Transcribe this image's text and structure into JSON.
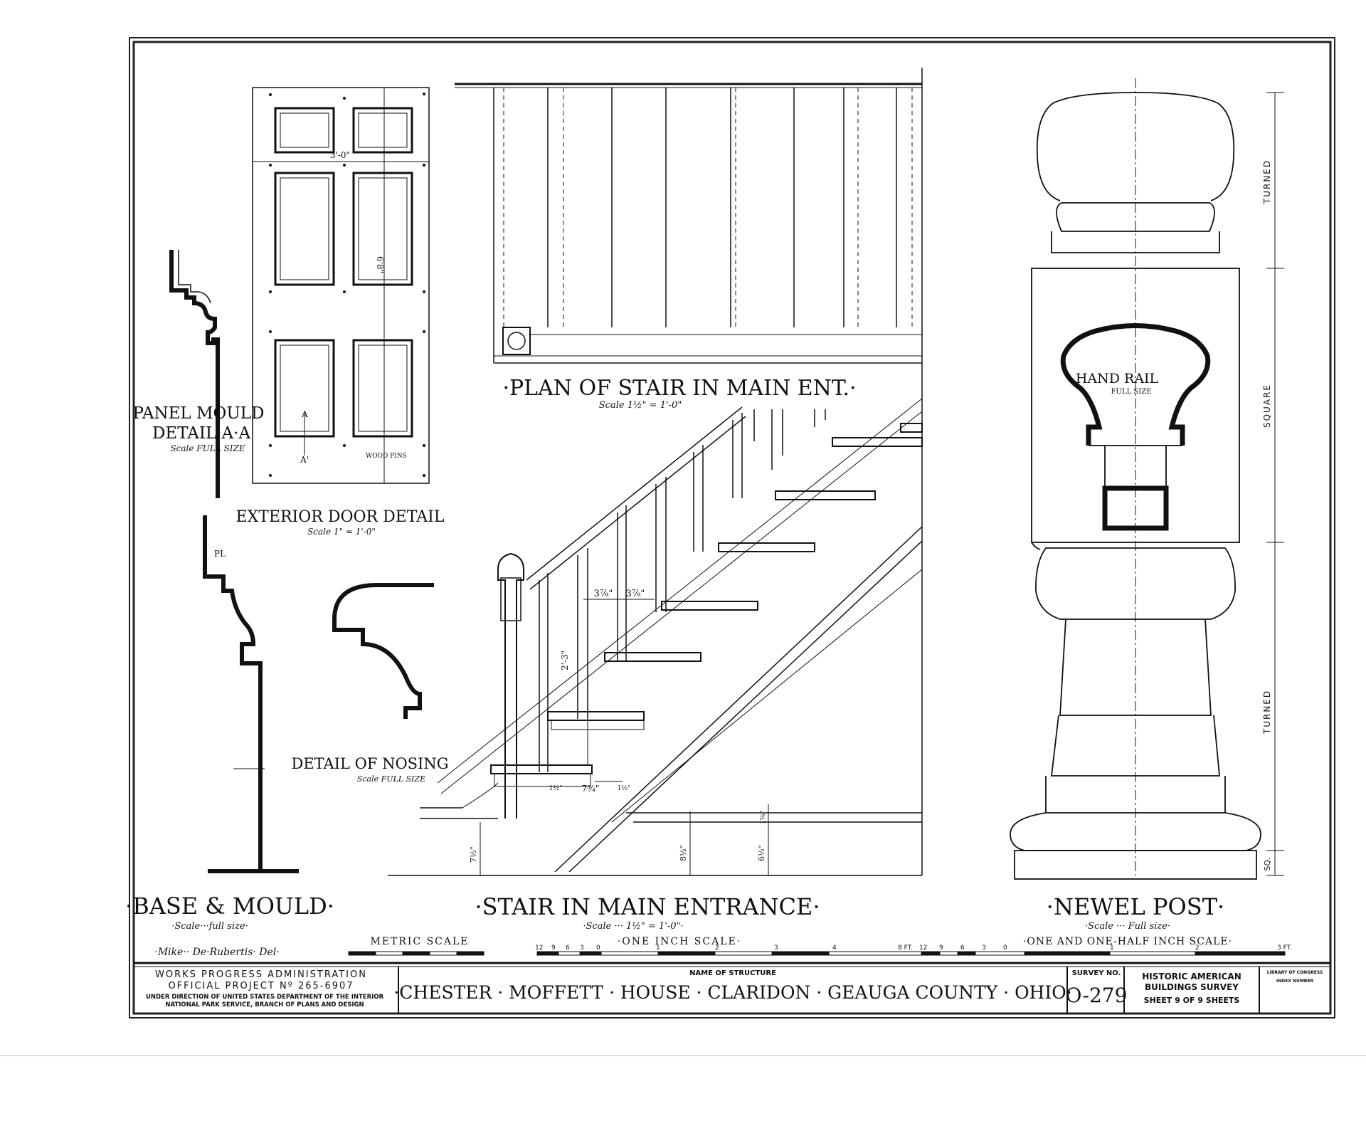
{
  "drawings": {
    "panel_mould": {
      "title_line1": "PANEL MOULD",
      "title_line2": "DETAIL·A·A",
      "scale": "Scale  FULL SIZE"
    },
    "door": {
      "title": "EXTERIOR DOOR DETAIL",
      "scale": "Scale  1\" = 1'-0\"",
      "width_dim": "3'-0\"",
      "height_dim": "6'8\"",
      "section_top": "A",
      "section_bottom": "A'",
      "pins_note": "WOOD PINS"
    },
    "plan": {
      "title": "·PLAN OF STAIR IN MAIN ENT.·",
      "scale": "Scale  1½\" = 1'-0\""
    },
    "base_mould": {
      "title": "·BASE & MOULD·",
      "scale": "·Scale···full size·",
      "pl_label": "PL"
    },
    "nosing": {
      "title": "DETAIL OF NOSING",
      "scale": "Scale  FULL SIZE"
    },
    "stair": {
      "title": "·STAIR IN MAIN ENTRANCE·",
      "scale": "·Scale ··· 1½\" = 1'-0\"·",
      "dim_baluster_a": "3⅞\"",
      "dim_baluster_b": "3⅞\"",
      "dim_rail_height": "2'-3\"",
      "dim_tread": "7¾\"",
      "dim_nosing_a": "1½\"",
      "dim_nosing_b": "1½\"",
      "dim_base": "7½\"",
      "dim_string": "8½\"",
      "dim_skirt": "6½\"",
      "dim_cap": "1⅝\""
    },
    "newel": {
      "title": "·NEWEL POST·",
      "scale": "·Scale ··· Full size·",
      "turned_top": "TURNED",
      "square": "SQUARE",
      "turned_bottom": "TURNED",
      "sq": "SQ.",
      "handrail": "HAND RAIL",
      "handrail_scale": "FULL SIZE"
    }
  },
  "delineator": "·Mike·· De·Rubertis· Del·",
  "scales": {
    "metric": "METRIC SCALE",
    "inch": "·ONE INCH SCALE·",
    "inch_ticks": [
      "12",
      "9",
      "6",
      "3",
      "0",
      "1",
      "2",
      "3",
      "4",
      "8 FT."
    ],
    "inch_half": "·ONE AND ONE-HALF INCH SCALE·",
    "inch_half_ticks": [
      "12",
      "9",
      "6",
      "3",
      "0",
      "1",
      "2",
      "3 FT."
    ]
  },
  "title_block": {
    "agency_line1": "WORKS PROGRESS ADMINISTRATION",
    "agency_line2": "OFFICIAL PROJECT Nº 265-6907",
    "agency_line3": "UNDER DIRECTION OF UNITED STATES DEPARTMENT OF THE INTERIOR",
    "agency_line4": "NATIONAL PARK SERVICE, BRANCH OF PLANS AND DESIGN",
    "name_label": "NAME OF STRUCTURE",
    "structure_name": "·CHESTER · MOFFETT · HOUSE · CLARIDON · GEAUGA COUNTY · OHIO·",
    "survey_label": "SURVEY NO.",
    "survey_no": "O-279",
    "habs_line1": "HISTORIC AMERICAN",
    "habs_line2": "BUILDINGS SURVEY",
    "sheet_text": "SHEET 9 OF 9 SHEETS",
    "loc_line1": "LIBRARY OF CONGRESS",
    "loc_line2": "INDEX NUMBER"
  }
}
